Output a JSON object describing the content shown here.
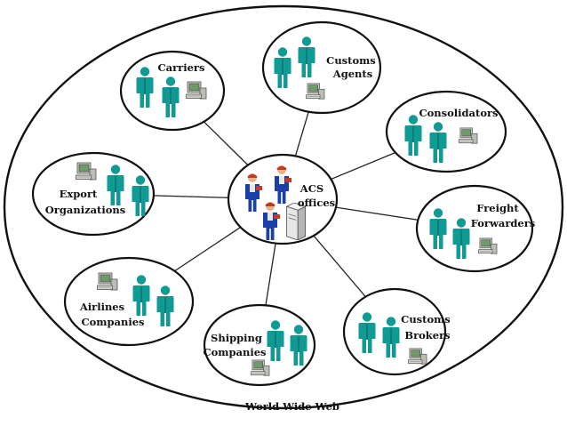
{
  "diagram": {
    "footer": "World Wide Web",
    "center": {
      "label_lines": [
        "ACS",
        "offices"
      ]
    },
    "nodes": [
      {
        "id": "carriers",
        "label_lines": [
          "Carriers"
        ]
      },
      {
        "id": "customs-agents",
        "label_lines": [
          "Customs",
          "Agents"
        ]
      },
      {
        "id": "consolidators",
        "label_lines": [
          "Consolidators"
        ]
      },
      {
        "id": "freight-forwarders",
        "label_lines": [
          "Freight",
          "Forwarders"
        ]
      },
      {
        "id": "customs-brokers",
        "label_lines": [
          "Customs",
          "Brokers"
        ]
      },
      {
        "id": "shipping-companies",
        "label_lines": [
          "Shipping",
          "Companies"
        ]
      },
      {
        "id": "airlines-companies",
        "label_lines": [
          "Airlines",
          "Companies"
        ]
      },
      {
        "id": "export-organizations",
        "label_lines": [
          "Export",
          "Organizations"
        ]
      }
    ],
    "colors": {
      "person": "#0f9a94",
      "person_shade": "#0a6f6b",
      "computer": "#c9c9c3",
      "computer_screen": "#6f9a6a",
      "agent_suit": "#1a3fa8",
      "agent_head": "#c23a1f",
      "server": "#e6e6e6"
    },
    "icons": [
      "person-icon",
      "computer-icon",
      "server-icon"
    ]
  }
}
